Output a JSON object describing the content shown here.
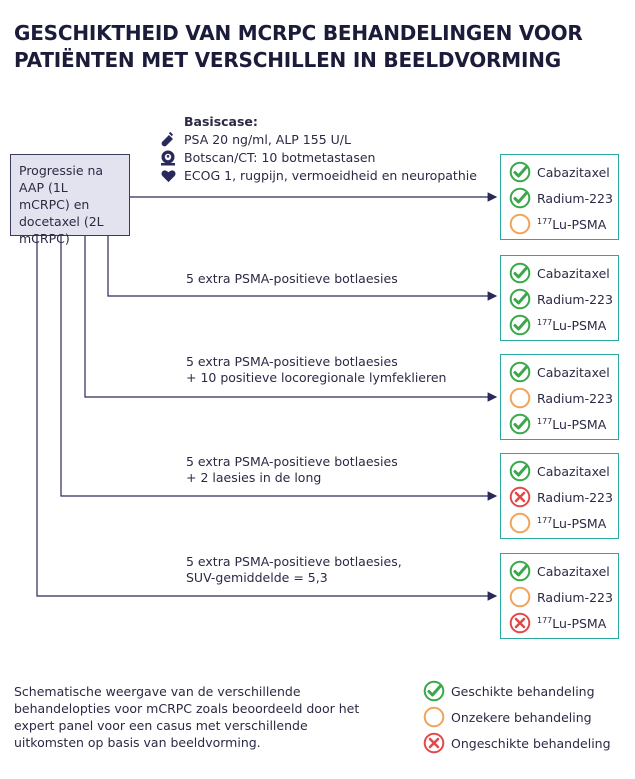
{
  "title": "GESCHIKTHEID VAN MCRPC BEHANDELINGEN VOOR PATIËNTEN MET VERSCHILLEN IN BEELDVORMING",
  "start_box": "Progressie na AAP (1L mCRPC) en docetaxel (2L mCRPC)",
  "basecase": {
    "heading": "Basiscase:",
    "items": [
      {
        "icon": "test-tube-icon",
        "text": "PSA 20 ng/ml, ALP 155 U/L"
      },
      {
        "icon": "scanner-icon",
        "text": "Botscan/CT: 10 botmetastasen"
      },
      {
        "icon": "heart-icon",
        "text": "ECOG 1, rugpijn, vermoeidheid en neuropathie"
      }
    ]
  },
  "scenarios": [
    {
      "lines": []
    },
    {
      "lines": [
        "5 extra PSMA-positieve botlaesies"
      ]
    },
    {
      "lines": [
        "5 extra PSMA-positieve botlaesies",
        "+ 10 positieve locoregionale lymfeklieren"
      ]
    },
    {
      "lines": [
        "5 extra PSMA-positieve botlaesies",
        "+ 2 laesies in de long"
      ]
    },
    {
      "lines": [
        "5 extra PSMA-positieve botlaesies,",
        "SUV-gemiddelde = 5,3"
      ]
    }
  ],
  "treatments": {
    "cabazitaxel": "Cabazitaxel",
    "radium": "Radium-223",
    "lu_sup": "177",
    "lu_main": "Lu-PSMA"
  },
  "results": [
    [
      "suitable",
      "suitable",
      "uncertain"
    ],
    [
      "suitable",
      "suitable",
      "suitable"
    ],
    [
      "suitable",
      "uncertain",
      "suitable"
    ],
    [
      "suitable",
      "unsuitable",
      "uncertain"
    ],
    [
      "suitable",
      "uncertain",
      "unsuitable"
    ]
  ],
  "legend": {
    "suitable": "Geschikte behandeling",
    "uncertain": "Onzekere behandeling",
    "unsuitable": "Ongeschikte behandeling"
  },
  "caption": "Schematische weergave van de verschillende behandelopties voor mCRPC zoals beoordeeld door het expert panel voor een casus met verschillende uitkomsten op basis van beeldvorming.",
  "colors": {
    "suitable": "#3aa84a",
    "uncertain": "#f0a45a",
    "unsuitable": "#e04a4a",
    "box_border": "#2aa7a0",
    "line": "#2a2a5a"
  }
}
